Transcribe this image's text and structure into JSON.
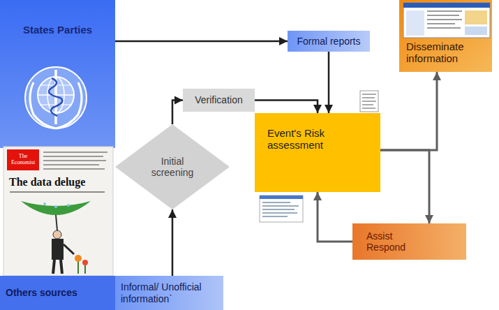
{
  "diagram": {
    "nodes": [
      {
        "text": [
          "States Parties"
        ]
      },
      {
        "text": [
          "Formal reports"
        ]
      },
      {
        "text": [
          "Disseminate information"
        ]
      },
      {
        "text": [
          "Verification"
        ]
      },
      {
        "text": [
          "Initial screening"
        ]
      },
      {
        "text": [
          "Event's Risk assessment"
        ]
      },
      {
        "text": [
          "Assist Respond"
        ]
      },
      {
        "text": [
          "Others sources"
        ]
      },
      {
        "text": [
          "Informal/ Unofficial information`"
        ]
      }
    ],
    "edges": [
      {
        "from": 0,
        "to": 1,
        "arrow": "to"
      },
      {
        "from": 1,
        "to": 5,
        "arrow": "to"
      },
      {
        "from": 4,
        "to": 3,
        "arrow": "to"
      },
      {
        "from": 3,
        "to": 5,
        "arrow": "to"
      },
      {
        "from": 8,
        "to": 4,
        "arrow": "to"
      },
      {
        "from": 5,
        "to": 2,
        "arrow": "to"
      },
      {
        "from": 5,
        "to": 6,
        "arrow": "to"
      },
      {
        "from": 6,
        "to": 5,
        "arrow": "to"
      }
    ],
    "labels": [
      "The Economist",
      "The data deluge"
    ]
  }
}
